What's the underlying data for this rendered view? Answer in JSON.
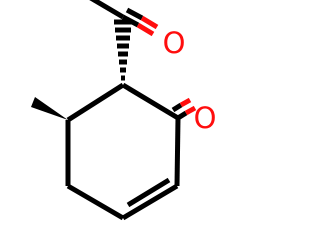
{
  "molecule": {
    "atoms": {
      "ketone_oxygen": {
        "symbol": "O",
        "color": "#ff0d0d"
      },
      "ring_ketone_oxygen": {
        "symbol": "O",
        "color": "#ff0d0d"
      }
    },
    "bond_color": "#000000",
    "stereo_bonds": {
      "acetyl": "hashed-wedge",
      "methyl": "solid-wedge"
    }
  }
}
